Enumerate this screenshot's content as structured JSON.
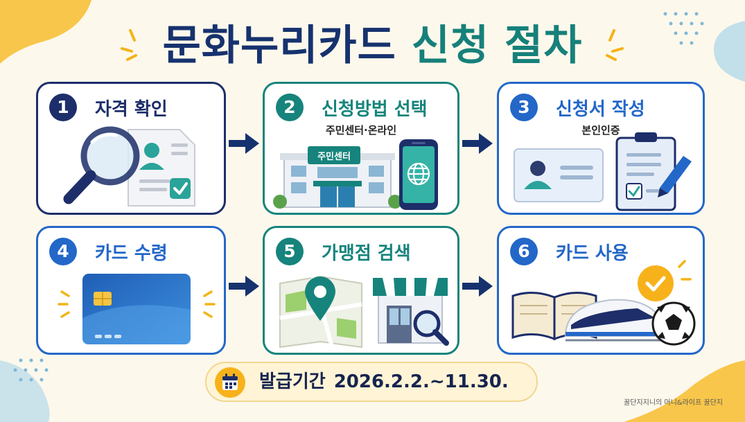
{
  "title": {
    "part1": "문화누리카드",
    "part2": "신청 절차"
  },
  "colors": {
    "navy": "#1d2e6a",
    "teal": "#16847c",
    "blue": "#2367c8",
    "accent": "#f7b21b",
    "background": "#fdf8ec"
  },
  "steps": [
    {
      "number": "1",
      "label": "자격 확인",
      "icons": [
        "magnifier-icon",
        "document-icon",
        "check-icon"
      ]
    },
    {
      "number": "2",
      "label": "신청방법 선택",
      "subtitle": "주민센터·온라인",
      "sign": "주민센터",
      "icons": [
        "building-icon",
        "smartphone-icon",
        "globe-icon"
      ]
    },
    {
      "number": "3",
      "label": "신청서 작성",
      "subtitle": "본인인증",
      "icons": [
        "id-card-icon",
        "clipboard-icon",
        "pen-icon"
      ]
    },
    {
      "number": "4",
      "label": "카드 수령",
      "icons": [
        "card-icon",
        "chip-icon"
      ]
    },
    {
      "number": "5",
      "label": "가맹점 검색",
      "icons": [
        "map-pin-icon",
        "store-icon",
        "magnifier-icon"
      ]
    },
    {
      "number": "6",
      "label": "카드 사용",
      "icons": [
        "book-icon",
        "train-icon",
        "soccer-ball-icon",
        "check-badge-icon"
      ]
    }
  ],
  "period": {
    "label": "발급기간",
    "value": "2026.2.2.~11.30.",
    "icon": "calendar-icon"
  },
  "credit": "꿀단지지니의 머니&라이프 꿀단지"
}
